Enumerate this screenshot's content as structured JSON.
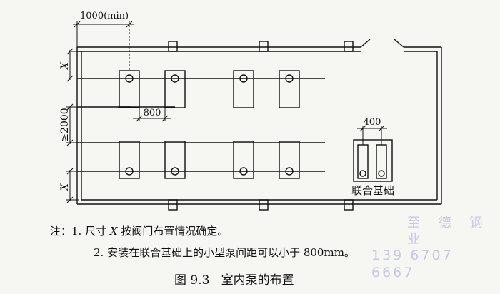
{
  "diagram": {
    "dimensions": {
      "wall_clearance": "1000(min)",
      "valve_space": "X",
      "row_spacing": "≥2000",
      "pump_spacing": "800",
      "combined_spacing": "400"
    },
    "combined_foundation_label": "联合基础"
  },
  "notes": {
    "note1_prefix": "注：1. 尺寸 ",
    "note1_var": "X",
    "note1_suffix": " 按阀门布置情况确定。",
    "note2": "2. 安装在联合基础上的小型泵间距可以小于 800mm。"
  },
  "caption": {
    "figure_number": "图 9.3",
    "title": "室内泵的布置"
  },
  "watermark": {
    "line1": "至 德 钢 业",
    "line2": "139 6707 6667"
  }
}
